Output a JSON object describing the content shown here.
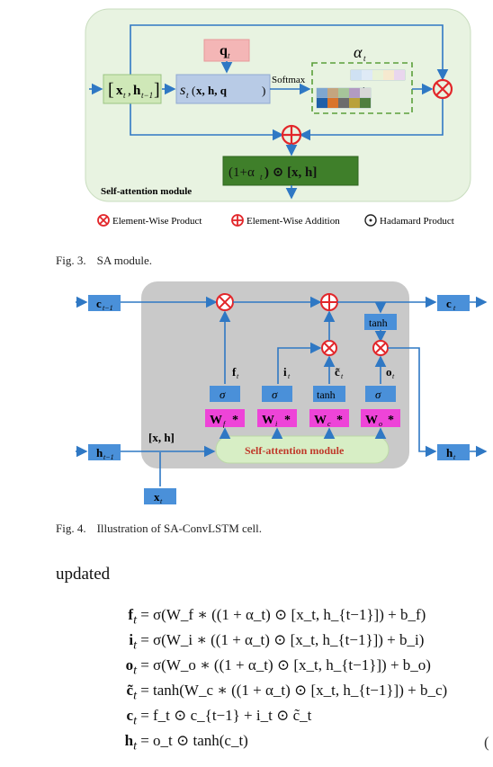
{
  "fig3": {
    "alpha": "α",
    "alpha_sub": "t",
    "q": "q",
    "q_sub": "t",
    "input_x": "x",
    "input_x_sub": "t",
    "input_h": "h",
    "input_h_sub": "t−1",
    "score_func": "s",
    "score_sub": "t",
    "score_args": "x, h, q",
    "softmax": "Softmax",
    "output_expr": "(1+α",
    "output_rest": ") ⊙ [x, h]",
    "module_label": "Self-attention module",
    "legend": {
      "product": "Element-Wise Product",
      "addition": "Element-Wise Addition",
      "hadamard": "Hadamard Product"
    },
    "caption_num": "Fig. 3.",
    "caption_text": "SA module."
  },
  "fig4": {
    "c_prev": "c",
    "c_prev_sub": "t−1",
    "c_out": "c",
    "c_out_sub": "t",
    "h_prev": "h",
    "h_prev_sub": "t−1",
    "h_out": "h",
    "h_out_sub": "t",
    "x_in": "x",
    "x_in_sub": "t",
    "concat": "[x, h]",
    "gates": [
      {
        "label": "f",
        "sub": "t",
        "act": "σ",
        "weight": "W",
        "wsub": "f"
      },
      {
        "label": "i",
        "sub": "t",
        "act": "σ",
        "weight": "W",
        "wsub": "i"
      },
      {
        "label": "c̃",
        "sub": "t",
        "act": "tanh",
        "weight": "W",
        "wsub": "c"
      },
      {
        "label": "o",
        "sub": "t",
        "act": "σ",
        "weight": "W",
        "wsub": "o"
      }
    ],
    "tanh_top": "tanh",
    "module_label": "Self-attention module",
    "caption_num": "Fig. 4.",
    "caption_text": "Illustration of SA-ConvLSTM cell."
  },
  "body_text": "updated",
  "equations": [
    {
      "lhs": "f",
      "lhs_sub": "t",
      "rhs": "σ(W_f ∗ ((1 + α_t) ⊙ [x_t, h_{t−1}]) + b_f)"
    },
    {
      "lhs": "i",
      "lhs_sub": "t",
      "rhs": "σ(W_i ∗ ((1 + α_t) ⊙ [x_t, h_{t−1}]) + b_i)"
    },
    {
      "lhs": "o",
      "lhs_sub": "t",
      "rhs": "σ(W_o ∗ ((1 + α_t) ⊙ [x_t, h_{t−1}]) + b_o)"
    },
    {
      "lhs": "c̃",
      "lhs_sub": "t",
      "rhs": "tanh(W_c ∗ ((1 + α_t) ⊙ [x_t, h_{t−1}]) + b_c)"
    },
    {
      "lhs": "c",
      "lhs_sub": "t",
      "rhs": "f_t ⊙ c_{t−1} + i_t ⊙ c̃_t"
    },
    {
      "lhs": "h",
      "lhs_sub": "t",
      "rhs": "o_t ⊙ tanh(c_t)"
    }
  ],
  "equation_number": "(",
  "colors": {
    "module_bg": "#e8f3e1",
    "green_box": "#cfe8b8",
    "dark_green": "#3f7f2a",
    "blue_box": "#b8cbe6",
    "pink_box": "#f4b6b6",
    "red": "#e2262a",
    "line_blue": "#2f78c4",
    "cell_gray": "#c9c9c9",
    "gate_blue": "#4a90d9",
    "magenta": "#ee44d8",
    "module_green": "#d7eec5"
  }
}
